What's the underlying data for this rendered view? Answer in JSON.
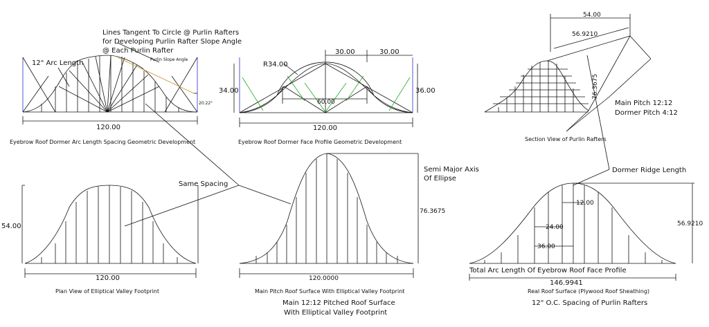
{
  "colors": {
    "line": "#111111",
    "blue": "#2b2bd6",
    "green": "#22aa22",
    "orange": "#c8901f"
  },
  "panel1": {
    "header1": "Lines Tangent To Circle @ Purlin Rafters",
    "header2": "for Developing Purlin Rafter Slope Angle",
    "header3": "@ Each Purlin Rafter",
    "arc_label": "12\" Arc Length",
    "slope_label": "Purlin Slope Angle",
    "angle": "20.22°",
    "width": "120.00",
    "caption": "Eyebrow Roof Dormer Arc Length Spacing Geometric Development"
  },
  "panel2": {
    "radius": "R34.00",
    "left_height": "34.00",
    "right_height": "36.00",
    "half1": "30.00",
    "half2": "30.00",
    "inner": "60.00",
    "width": "120.00",
    "caption": "Eyebrow Roof Dormer Face Profile Geometric Development"
  },
  "panel3": {
    "top": "54.00",
    "diag": "56.9210",
    "length": "76.3675",
    "pitch1": "Main Pitch 12:12",
    "pitch2": "Dormer Pitch 4:12",
    "caption": "Section View of Purlin Rafters"
  },
  "panel4": {
    "height": "54.00",
    "width": "120.00",
    "callout": "Same Spacing",
    "caption": "Plan View of Elliptical Valley Footprint"
  },
  "panel5": {
    "semi1": "Semi Major Axis",
    "semi2": "Of Ellipse",
    "height": "76.3675",
    "width": "120.0000",
    "caption": "Main Pitch Roof Surface With Elliptical Valley Footprint",
    "bottom1": "Main 12:12 Pitched Roof Surface",
    "bottom2": "With Elliptical  Valley Footprint"
  },
  "panel6": {
    "ridge": "Dormer Ridge Length",
    "d12": "12.00",
    "d24": "24.00",
    "d36": "36.00",
    "height": "56.9210",
    "arc_total": "Total Arc Length Of Eyebrow Roof Face Profile",
    "width": "146.9941",
    "caption": "Real Roof Surface (Plywood Roof Sheathing)",
    "bottom": "12\" O.C. Spacing of Purlin Rafters"
  }
}
